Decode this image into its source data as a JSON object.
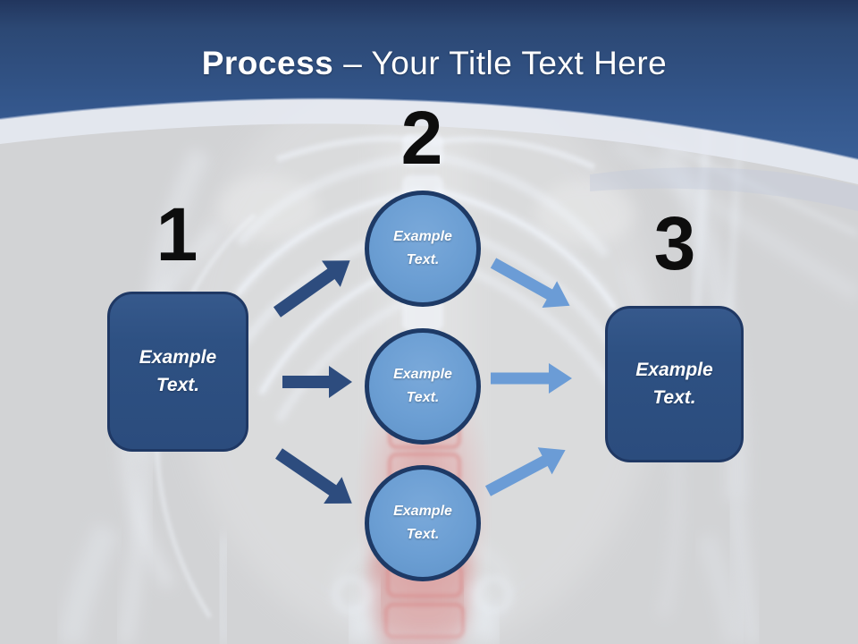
{
  "title": {
    "bold": "Process",
    "rest": "– Your Title Text Here"
  },
  "steps": [
    {
      "number": "1",
      "shape": "rounded-box",
      "label": "Example Text."
    },
    {
      "number": "2",
      "shape": "circles",
      "labels": [
        "Example Text.",
        "Example Text.",
        "Example Text."
      ]
    },
    {
      "number": "3",
      "shape": "rounded-box",
      "label": "Example Text."
    }
  ],
  "colors": {
    "background": "#d2d3d5",
    "header_top": "#22365e",
    "header_band": "#33568b",
    "title_text": "#ffffff",
    "number": "#0d0d0d",
    "box_fill": "#2e5183",
    "box_border": "#1f3864",
    "circle_fill": "#6b9ed3",
    "circle_border": "#1e3a66",
    "arrow_dark": "#2d4c7e",
    "arrow_light": "#6b9cd6",
    "spine_highlight": "#d96a6a"
  }
}
